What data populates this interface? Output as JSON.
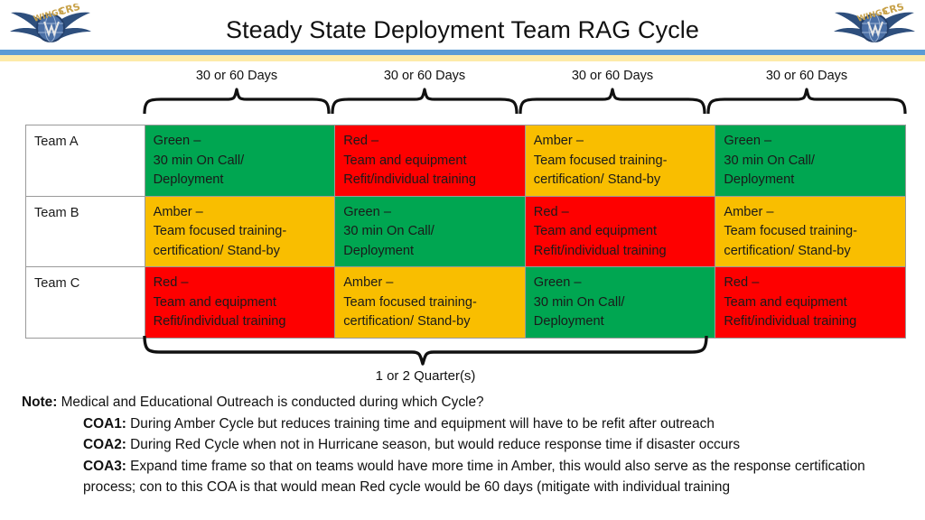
{
  "slide": {
    "title": "Steady State Deployment Team RAG Cycle",
    "logo_left_name": "winged-globe-logo",
    "logo_right_name": "winged-globe-logo"
  },
  "colors": {
    "green": "#00A651",
    "red": "#FE0000",
    "amber": "#F9BE00",
    "bar_blue": "#5B9BD5",
    "bar_cream": "#FDEAA8"
  },
  "cycle_labels": [
    "30 or 60 Days",
    "30 or 60 Days",
    "30 or 60 Days",
    "30 or 60 Days"
  ],
  "quarter_label": "1 or 2 Quarter(s)",
  "table": {
    "rows": [
      {
        "team": "Team A",
        "cells": [
          {
            "status": "green",
            "lines": [
              "Green –",
              "30 min On Call/",
              "Deployment"
            ]
          },
          {
            "status": "red",
            "lines": [
              "Red –",
              "Team and equipment",
              "Refit/individual training"
            ]
          },
          {
            "status": "amber",
            "lines": [
              "Amber –",
              "Team focused training-",
              "certification/ Stand-by"
            ]
          },
          {
            "status": "green",
            "lines": [
              "Green –",
              "30 min On Call/",
              "Deployment"
            ]
          }
        ]
      },
      {
        "team": "Team B",
        "cells": [
          {
            "status": "amber",
            "lines": [
              "Amber –",
              "Team focused training-",
              "certification/ Stand-by"
            ]
          },
          {
            "status": "green",
            "lines": [
              "Green –",
              "30 min On Call/",
              "Deployment"
            ]
          },
          {
            "status": "red",
            "lines": [
              "Red –",
              "Team and equipment",
              "Refit/individual training"
            ]
          },
          {
            "status": "amber",
            "lines": [
              "Amber –",
              "Team focused training-",
              "certification/ Stand-by"
            ]
          }
        ]
      },
      {
        "team": "Team C",
        "cells": [
          {
            "status": "red",
            "lines": [
              "Red –",
              "Team and equipment",
              "Refit/individual training"
            ]
          },
          {
            "status": "amber",
            "lines": [
              "Amber –",
              "Team focused training-",
              "certification/ Stand-by"
            ]
          },
          {
            "status": "green",
            "lines": [
              "Green –",
              "30 min On Call/",
              "Deployment"
            ]
          },
          {
            "status": "red",
            "lines": [
              "Red –",
              "Team and equipment",
              "Refit/individual training"
            ]
          }
        ]
      }
    ]
  },
  "notes": {
    "note_label": "Note:",
    "note_text": "Medical and Educational Outreach is conducted during which Cycle?",
    "coa1_label": "COA1:",
    "coa1_text": "During Amber Cycle but reduces training time and equipment will have to be refit after outreach",
    "coa2_label": "COA2:",
    "coa2_text": "During Red Cycle when not in Hurricane season, but would reduce response time if disaster occurs",
    "coa3_label": "COA3:",
    "coa3_text": "Expand time frame so that on teams would have more time in Amber, this would also serve as the response certification process; con to this COA is that would mean Red cycle would be 60 days (mitigate with individual training"
  }
}
